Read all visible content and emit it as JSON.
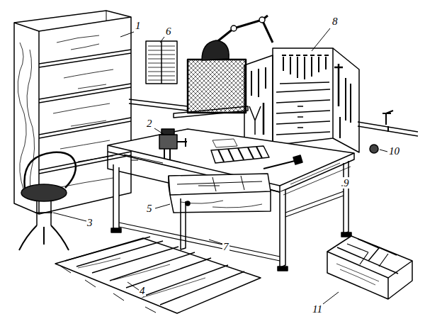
{
  "diagram": {
    "labels": [
      "1",
      "6",
      "8",
      "2",
      "10",
      "9",
      "3",
      "5",
      "7",
      "4",
      "11"
    ]
  }
}
